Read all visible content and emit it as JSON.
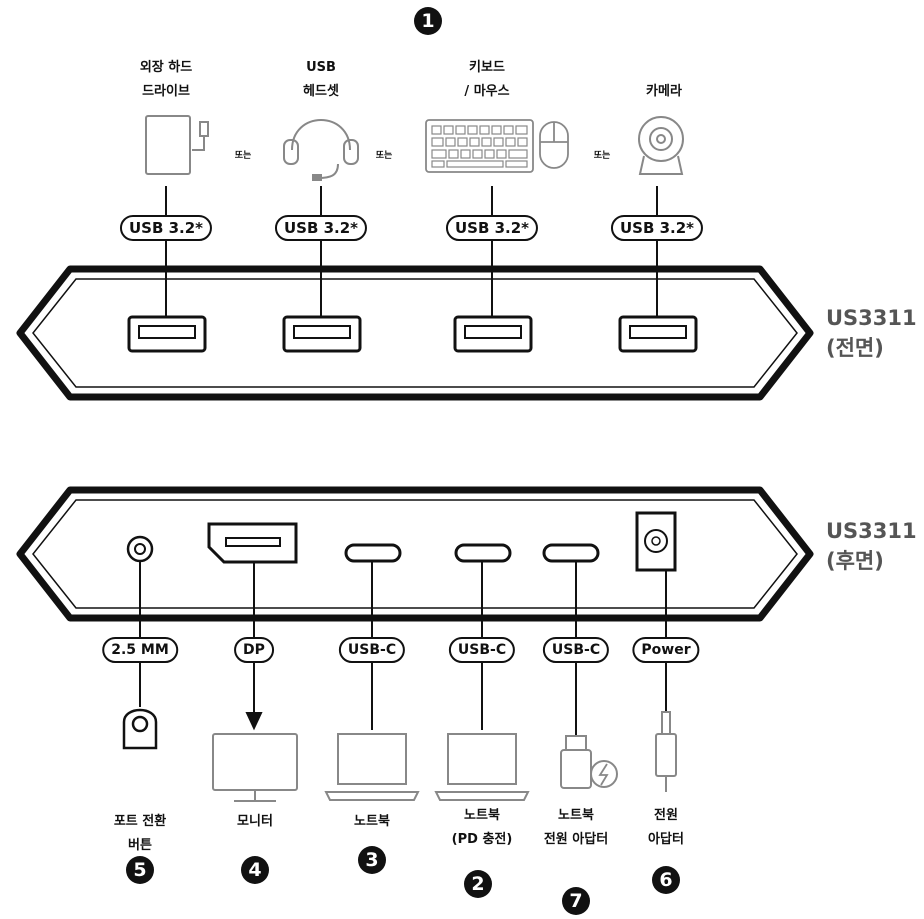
{
  "front": {
    "top_badge": "1",
    "devices": [
      {
        "line1": "외장 하드",
        "line2": "드라이브",
        "icon": "external-drive"
      },
      {
        "line1": "USB",
        "line2": "헤드셋",
        "icon": "headset"
      },
      {
        "line1": "키보드",
        "line2": "/ 마우스",
        "icon": "keyboard-mouse"
      },
      {
        "line1": "",
        "line2": "카메라",
        "icon": "webcam"
      }
    ],
    "or_labels": [
      "또는",
      "또는",
      "또는"
    ],
    "port_labels": [
      "USB 3.2*",
      "USB 3.2*",
      "USB 3.2*",
      "USB 3.2*"
    ],
    "model": "US3311",
    "side": "(전면)"
  },
  "rear": {
    "model": "US3311",
    "side": "(후면)",
    "ports": [
      {
        "label": "2.5 MM",
        "device_line1": "포트 전환",
        "device_line2": "버튼",
        "badge": "5",
        "icon": "remote-switch"
      },
      {
        "label": "DP",
        "device_line1": "모니터",
        "device_line2": "",
        "badge": "4",
        "icon": "monitor"
      },
      {
        "label": "USB-C",
        "device_line1": "노트북",
        "device_line2": "",
        "badge": "3",
        "icon": "laptop"
      },
      {
        "label": "USB-C",
        "device_line1": "노트북",
        "device_line2": "(PD 충전)",
        "badge": "2",
        "icon": "laptop"
      },
      {
        "label": "USB-C",
        "device_line1": "노트북",
        "device_line2": "전원 아답터",
        "badge": "7",
        "icon": "usb-c-power-adapter"
      },
      {
        "label": "Power",
        "device_line1": "전원",
        "device_line2": "아답터",
        "badge": "6",
        "icon": "power-adapter"
      }
    ]
  }
}
